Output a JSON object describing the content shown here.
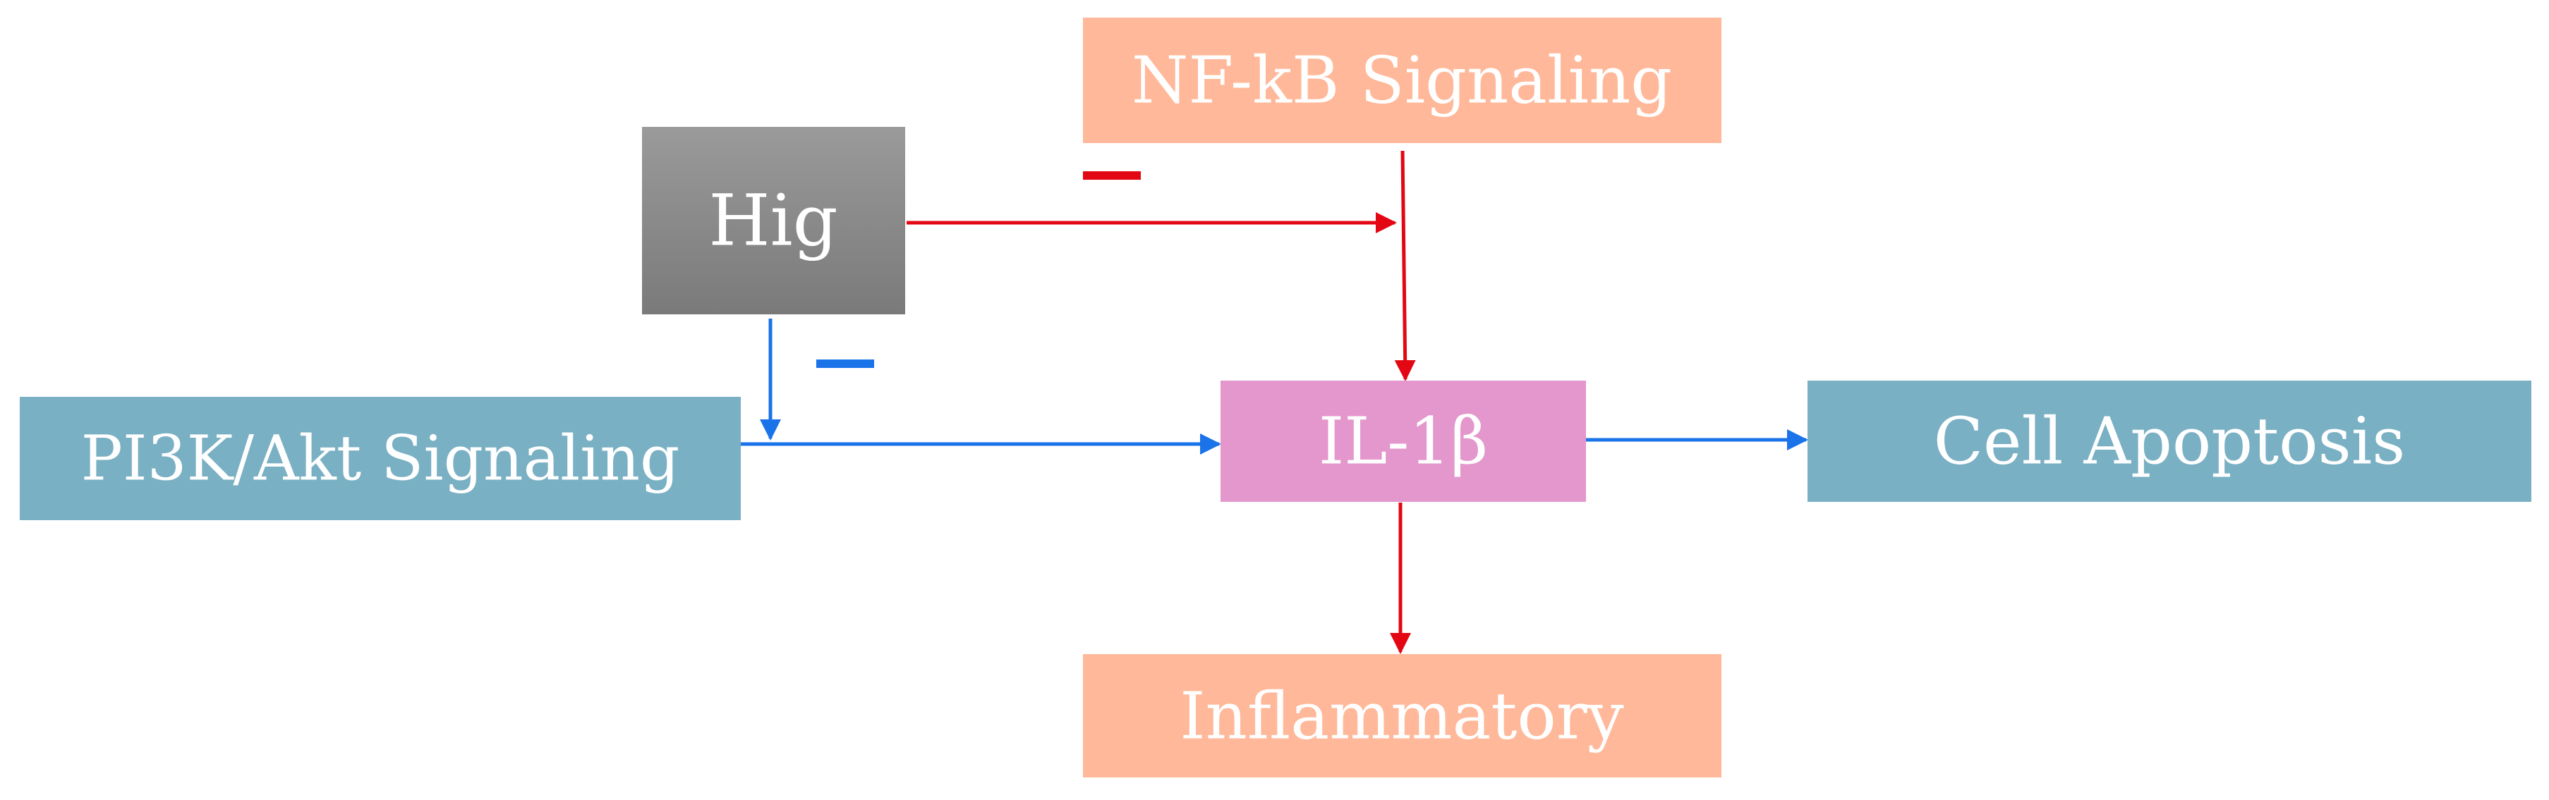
{
  "nodes": {
    "nfkb": {
      "label": "NF-kB Signaling",
      "color": "#ffb899"
    },
    "hig": {
      "label": "Hig",
      "color_top": "#9a9a9a",
      "color_bottom": "#7a7a7a"
    },
    "pi3k": {
      "label": "PI3K/Akt Signaling",
      "color": "#79b0c3"
    },
    "il1b": {
      "label": "IL-1β",
      "color": "#e397cc"
    },
    "apoptosis": {
      "label": "Cell Apoptosis",
      "color": "#79b0c3"
    },
    "inflammatory": {
      "label": "Inflammatory",
      "color": "#ffb899"
    }
  },
  "colors": {
    "red_arrow": "#e30613",
    "blue_arrow": "#1a73e8"
  },
  "inhibition_marks": {
    "red": "−",
    "blue": "−"
  }
}
